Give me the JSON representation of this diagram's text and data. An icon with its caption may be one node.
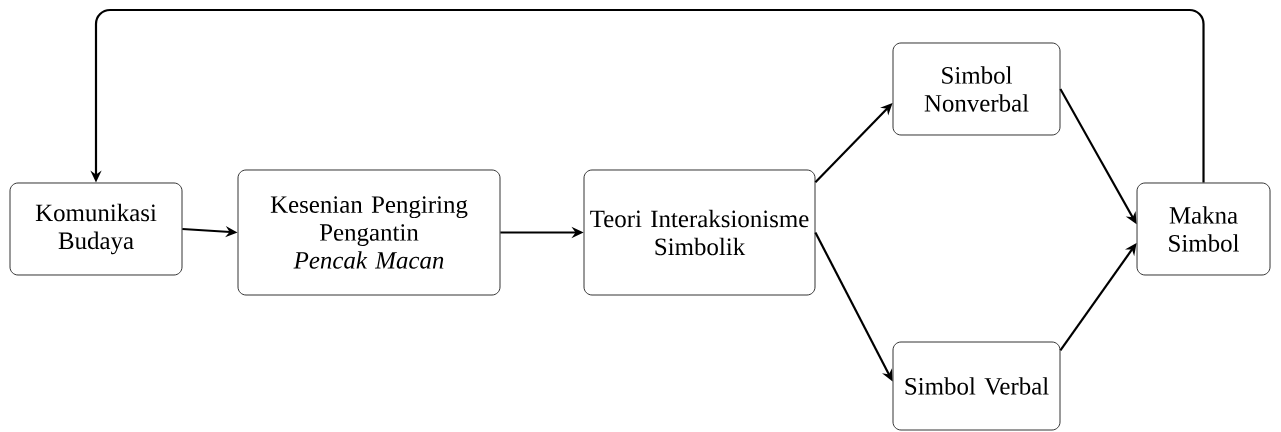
{
  "diagram": {
    "nodes": [
      {
        "text": [
          "Komunikasi Budaya"
        ]
      },
      {
        "text": [
          "Kesenian Pengiring Pengantin *Pencak Macan*"
        ]
      },
      {
        "text": [
          "Teori Interaksionisme Simbolik"
        ]
      },
      {
        "text": [
          "Simbol Nonverbal"
        ]
      },
      {
        "text": [
          "Simbol Verbal"
        ]
      },
      {
        "text": [
          "Makna Simbol"
        ]
      }
    ],
    "edges": [
      {
        "from": 0,
        "to": 1,
        "arrow": "to"
      },
      {
        "from": 1,
        "to": 2,
        "arrow": "to"
      },
      {
        "from": 2,
        "to": 3,
        "arrow": "to"
      },
      {
        "from": 2,
        "to": 4,
        "arrow": "to"
      },
      {
        "from": 3,
        "to": 5,
        "arrow": "to"
      },
      {
        "from": 4,
        "to": 5,
        "arrow": "to"
      },
      {
        "from": 5,
        "to": 0,
        "arrow": "to"
      }
    ]
  }
}
